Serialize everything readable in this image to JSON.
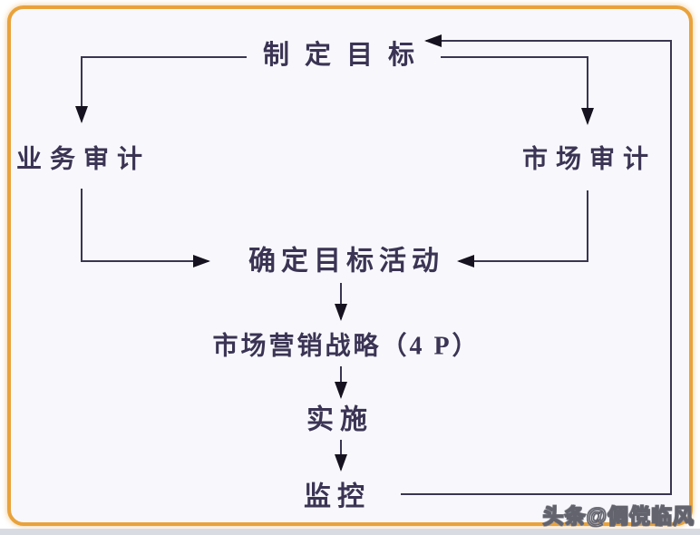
{
  "diagram": {
    "nodes": {
      "set_goal": "制定目标",
      "business_audit": "业务审计",
      "market_audit": "市场审计",
      "define_target": "确定目标活动",
      "marketing_strategy": "市场营销战略（4 P）",
      "implement": "实施",
      "monitor": "监控"
    },
    "edges": [
      {
        "from": "set_goal",
        "to": "business_audit"
      },
      {
        "from": "set_goal",
        "to": "market_audit"
      },
      {
        "from": "business_audit",
        "to": "define_target"
      },
      {
        "from": "market_audit",
        "to": "define_target"
      },
      {
        "from": "define_target",
        "to": "marketing_strategy"
      },
      {
        "from": "marketing_strategy",
        "to": "implement"
      },
      {
        "from": "implement",
        "to": "monitor"
      },
      {
        "from": "monitor",
        "to": "set_goal",
        "note": "feedback loop along right edge"
      }
    ],
    "colors": {
      "border": "#E9A23B",
      "text": "#3B3454",
      "line": "#3A3550",
      "arrowhead": "#16121F",
      "background": "#F8F8FC"
    }
  },
  "watermark": {
    "text": "头条@倜傥临风"
  }
}
